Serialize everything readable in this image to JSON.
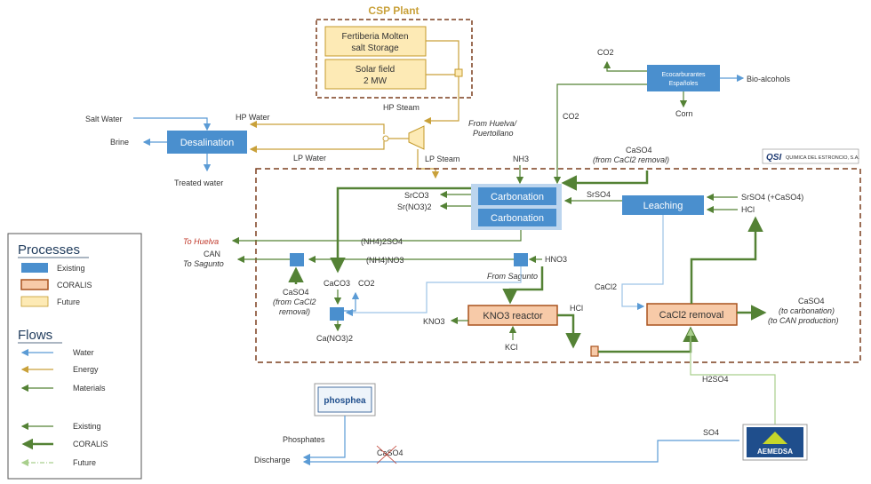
{
  "csp": {
    "title": "CSP Plant",
    "storage_line1": "Fertiberia Molten",
    "storage_line2": "salt Storage",
    "solar_line1": "Solar field",
    "solar_line2": "2 MW"
  },
  "desalination": {
    "label": "Desalination",
    "salt_water": "Salt Water",
    "hp_water": "HP Water",
    "brine": "Brine",
    "lp_water": "LP Water",
    "treated_water": "Treated  water"
  },
  "steam": {
    "hp_steam": "HP Steam",
    "lp_steam": "LP Steam",
    "from_huelva_1": "From Huelva/",
    "from_huelva_2": "Puertollano"
  },
  "eco": {
    "label_1": "Ecocarburantes",
    "label_2": "Españoles",
    "co2_top": "CO2",
    "co2_side": "CO2",
    "bio": "Bio-alcohols",
    "corn": "Corn"
  },
  "qsi": {
    "logo": "QSI",
    "name": "QUIMICA DEL ESTRONCIO, S.A."
  },
  "process": {
    "carbonation_1": "Carbonation",
    "carbonation_2": "Carbonation",
    "leaching": "Leaching",
    "kno3_reactor": "KNO3 reactor",
    "cacl2_removal": "CaCl2 removal"
  },
  "labels": {
    "nh3": "NH3",
    "caso4_top_1": "CaSO4",
    "caso4_top_2": "(from CaCl2 removal)",
    "srco3": "SrCO3",
    "srno3": "Sr(NO3)2",
    "srso4": "SrSO4",
    "srso4_caso4": "SrSO4 (+CaSO4)",
    "hcl_right": "HCl",
    "to_huelva": "To Huelva",
    "nh4_2so4": "(NH4)2SO4",
    "can": "CAN",
    "to_sagunto": "To Sagunto",
    "nh4no3": "(NH4)NO3",
    "hno3": "HNO3",
    "from_sagunto": "From Sagunto",
    "caco3": "CaCO3",
    "co2_mid": "CO2",
    "caso4_left_1": "CaSO4",
    "caso4_left_2": "(from CaCl2",
    "caso4_left_3": "removal)",
    "cano3": "Ca(NO3)2",
    "kno3": "KNO3",
    "kcl": "KCl",
    "hcl_mid": "HCl",
    "cacl2": "CaCl2",
    "caso4_right_1": "CaSO4",
    "caso4_right_2": "(to carbonation)",
    "caso4_right_3": "(to CAN production)",
    "h2so4": "H2SO4"
  },
  "bottom": {
    "phosphea": "phosphea",
    "phosphates": "Phosphates",
    "discharge": "Discharge",
    "caso4": "CaSO4",
    "so4": "SO4",
    "aemedsa": "AEMEDSA"
  },
  "legend": {
    "processes_title": "Processes",
    "existing": "Existing",
    "coralis": "CORALIS",
    "future": "Future",
    "flows_title": "Flows",
    "water": "Water",
    "energy": "Energy",
    "materials": "Materials",
    "flow_existing": "Existing",
    "flow_coralis": "CORALIS",
    "flow_future": "Future"
  },
  "colors": {
    "existing_fill": "#4a8fce",
    "coralis_fill": "#f7caa8",
    "coralis_stroke": "#a9521d",
    "future_fill": "#fdeab5",
    "future_stroke": "#c49a2c",
    "water": "#5b9bd5",
    "energy": "#c9a13a",
    "materials": "#548235",
    "dashed_box": "#7b3f1e"
  }
}
